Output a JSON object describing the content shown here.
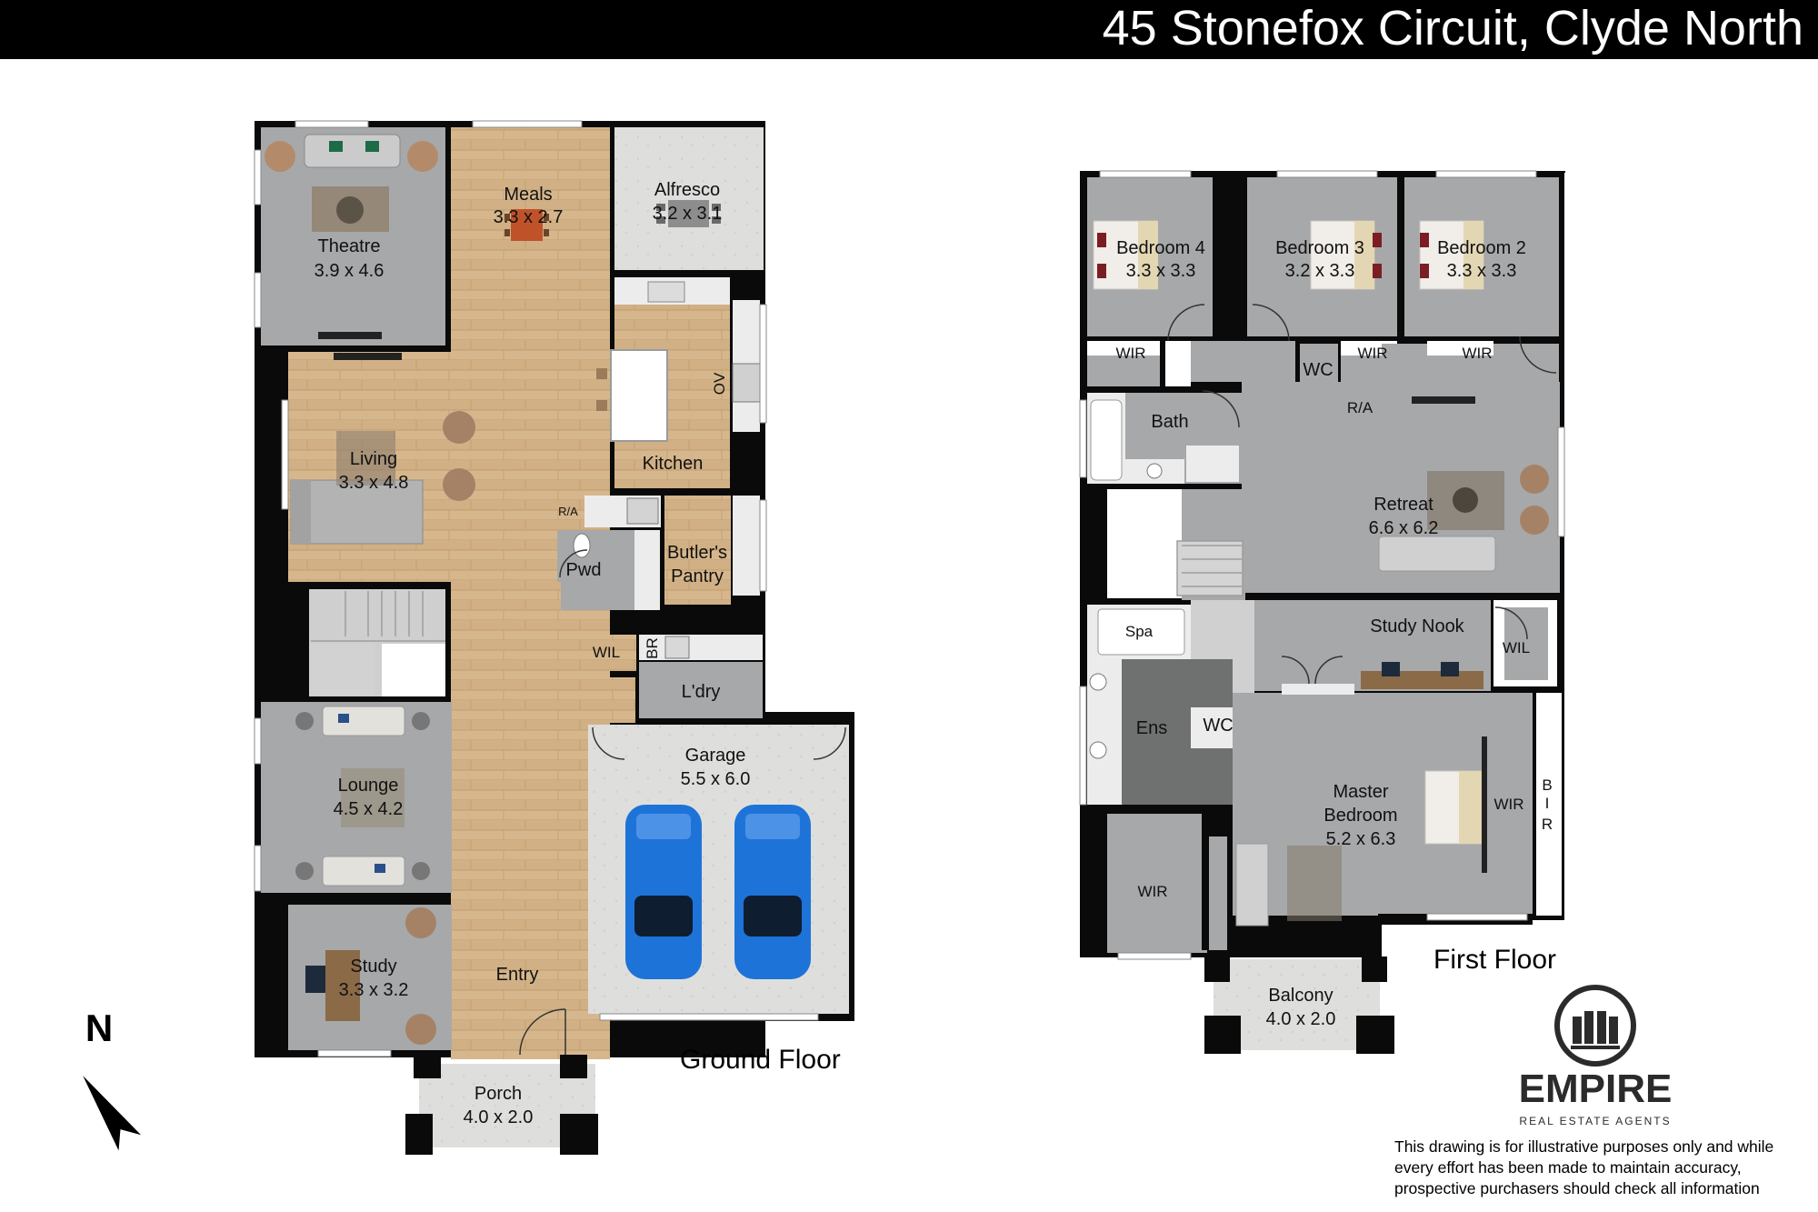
{
  "header": {
    "title": "45 Stonefox Circuit, Clyde North"
  },
  "ground_floor": {
    "label": "Ground Floor",
    "rooms": {
      "meals": {
        "name": "Meals",
        "dims": "3.3 x 2.7"
      },
      "alfresco": {
        "name": "Alfresco",
        "dims": "3.2 x 3.1"
      },
      "theatre": {
        "name": "Theatre",
        "dims": "3.9 x 4.6"
      },
      "living": {
        "name": "Living",
        "dims": "3.3 x 4.8"
      },
      "kitchen": {
        "name": "Kitchen"
      },
      "oven": {
        "name": "OV"
      },
      "ra": {
        "name": "R/A"
      },
      "pwd": {
        "name": "Pwd"
      },
      "butlers_pantry": {
        "line1": "Butler's",
        "line2": "Pantry"
      },
      "wil": {
        "name": "WIL"
      },
      "br": {
        "name": "BR"
      },
      "laundry": {
        "name": "L'dry"
      },
      "garage": {
        "name": "Garage",
        "dims": "5.5 x 6.0"
      },
      "lounge": {
        "name": "Lounge",
        "dims": "4.5 x 4.2"
      },
      "study": {
        "name": "Study",
        "dims": "3.3 x 3.2"
      },
      "entry": {
        "name": "Entry"
      },
      "porch": {
        "name": "Porch",
        "dims": "4.0 x 2.0"
      }
    }
  },
  "first_floor": {
    "label": "First Floor",
    "rooms": {
      "bedroom4": {
        "name": "Bedroom 4",
        "dims": "3.3 x 3.3"
      },
      "bedroom3": {
        "name": "Bedroom 3",
        "dims": "3.2 x 3.3"
      },
      "bedroom2": {
        "name": "Bedroom 2",
        "dims": "3.3 x 3.3"
      },
      "wir4": {
        "name": "WIR"
      },
      "wir3": {
        "name": "WIR"
      },
      "wir2": {
        "name": "WIR"
      },
      "wc_upper": {
        "name": "WC"
      },
      "ra_upper": {
        "name": "R/A"
      },
      "bath": {
        "name": "Bath"
      },
      "retreat": {
        "name": "Retreat",
        "dims": "6.6 x 6.2"
      },
      "spa": {
        "name": "Spa"
      },
      "study_nook": {
        "name": "Study Nook"
      },
      "wil_upper": {
        "name": "WIL"
      },
      "ens": {
        "name": "Ens"
      },
      "wc_ens": {
        "name": "WC"
      },
      "master": {
        "line1": "Master",
        "line2": "Bedroom",
        "dims": "5.2 x 6.3"
      },
      "wir_master": {
        "name": "WIR"
      },
      "wir_side": {
        "name": "WIR"
      },
      "bir": {
        "l1": "B",
        "l2": "I",
        "l3": "R"
      },
      "balcony": {
        "name": "Balcony",
        "dims": "4.0 x 2.0"
      }
    }
  },
  "compass": {
    "label": "N"
  },
  "brand": {
    "name": "EMPIRE",
    "tagline": "REAL ESTATE AGENTS"
  },
  "disclaimer": {
    "line1": "This drawing is for illustrative purposes only and while",
    "line2": "every effort has been made to maintain accuracy,",
    "line3": "prospective purchasers should check all information"
  },
  "colors": {
    "wall": "#0a0a0a",
    "room_gray": "#a7a8a9",
    "wood": "#d4b48a",
    "tile": "#dcdcda",
    "car": "#1e73d8"
  }
}
